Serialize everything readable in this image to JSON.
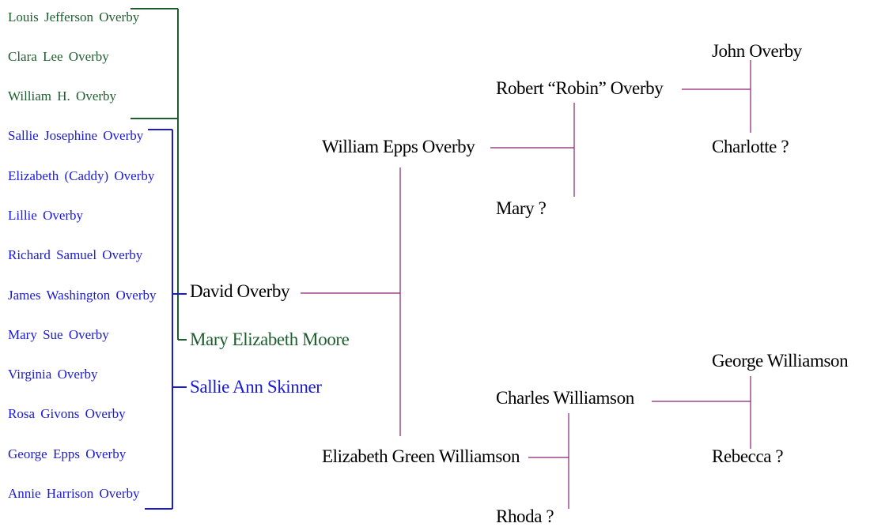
{
  "colors": {
    "first_marriage": "#1e5e2e",
    "second_marriage": "#1a1ad6",
    "ancestors_text": "#000000",
    "ancestor_lines": "#8a2070"
  },
  "children_first_marriage": [
    "Louis Jefferson Overby",
    "Clara Lee Overby",
    "William H. Overby"
  ],
  "children_second_marriage": [
    "Sallie Josephine Overby",
    "Elizabeth (Caddy) Overby",
    "Lillie Overby",
    "Richard Samuel Overby",
    "James Washington Overby",
    "Mary Sue Overby",
    "Virginia Overby",
    "Rosa Givons Overby",
    "George Epps Overby",
    "Annie Harrison Overby"
  ],
  "subject": "David Overby",
  "spouses": {
    "first": "Mary Elizabeth Moore",
    "second": "Sallie Ann Skinner"
  },
  "parents": {
    "father": "William Epps Overby",
    "mother": "Elizabeth Green Williamson"
  },
  "grandparents": {
    "paternal_grandfather": "Robert “Robin” Overby",
    "paternal_grandmother": "Mary ?",
    "maternal_grandfather": "Charles Williamson",
    "maternal_grandmother": "Rhoda ?"
  },
  "great_grandparents": {
    "robin_father": "John Overby",
    "robin_mother": "Charlotte ?",
    "charles_father": "George Williamson",
    "charles_mother": "Rebecca ?"
  }
}
